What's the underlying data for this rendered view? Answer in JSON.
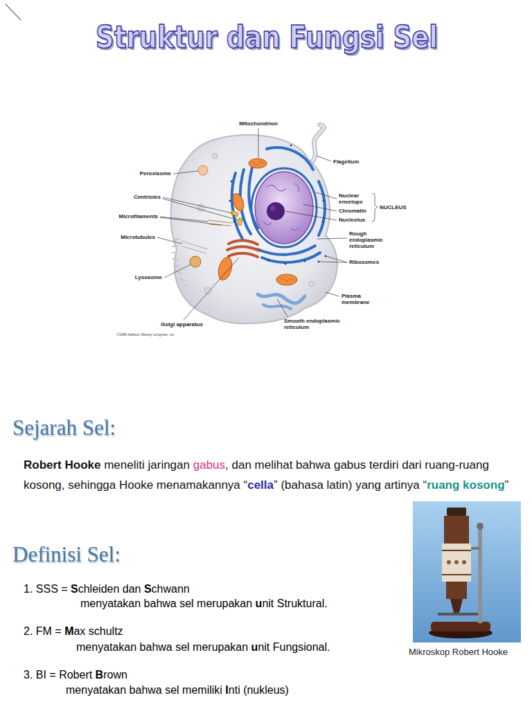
{
  "diagram": {
    "title": "Struktur dan Fungsi Sel",
    "labels": [
      "Mitochondrion",
      "Flagellum",
      "Peroxisome",
      "Centrioles",
      "Nuclear envelope",
      "Chromatin",
      "NUCLEUS",
      "Nucleolus",
      "Microfilaments",
      "Microtubules",
      "Rough endoplasmic reticulum",
      "Ribosomes",
      "Lysosome",
      "Plasma membrane",
      "Golgi apparatus",
      "Smooth endoplasmic reticulum",
      "©1999 Addison Wesley Longman, Inc.",
      "Sejarah Sel:",
      "Robert Hooke",
      " meneliti jaringan ",
      "gabus",
      ", dan melihat bahwa gabus terdiri dari ruang-ruang kosong, sehingga Hooke menamakannya “",
      "cella",
      "” (bahasa latin) yang artinya “",
      "ruang kosong",
      "”",
      "Mikroskop Robert Hooke",
      "Definisi Sel:",
      "1. SSS = Schleiden dan Schwann",
      "menyatakan bahwa sel merupakan unit Struktural.",
      "2. FM = Max schultz",
      "menyatakan bahwa sel merupakan unit Fungsional.",
      "3. BI = Robert Brown",
      "menyatakan bahwa sel memiliki Inti (nukleus)"
    ]
  }
}
